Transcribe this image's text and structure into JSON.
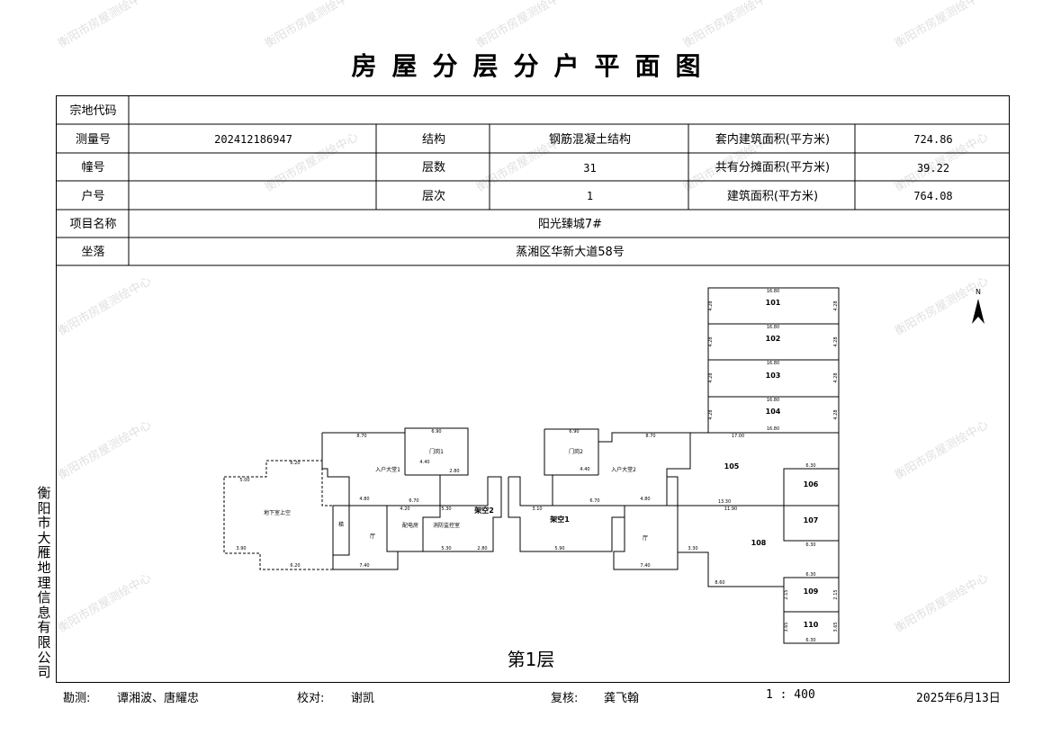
{
  "title": "房屋分层分户平面图",
  "side_text": "衡阳市大雁地理信息有限公司",
  "watermark": "衡阳市房屋测绘中心",
  "table": {
    "zongdi_label": "宗地代码",
    "zongdi_value": "",
    "survey_label": "测量号",
    "survey_value": "202412186947",
    "structure_label": "结构",
    "structure_value": "钢筋混凝土结构",
    "inner_area_label": "套内建筑面积(平方米)",
    "inner_area_value": "724.86",
    "building_label": "幢号",
    "building_value": "",
    "floors_label": "层数",
    "floors_value": "31",
    "shared_area_label": "共有分摊面积(平方米)",
    "shared_area_value": "39.22",
    "unit_label": "户号",
    "unit_value": "",
    "level_label": "层次",
    "level_value": "1",
    "total_area_label": "建筑面积(平方米)",
    "total_area_value": "764.08",
    "project_label": "项目名称",
    "project_value": "阳光臻城7#",
    "location_label": "坐落",
    "location_value": "蒸湘区华新大道58号"
  },
  "plan": {
    "north": "N",
    "floor_label": "第1层",
    "rooms": {
      "r101": "101",
      "r102": "102",
      "r103": "103",
      "r104": "104",
      "r105": "105",
      "r106": "106",
      "r107": "107",
      "r108": "108",
      "r109": "109",
      "r110": "110",
      "hall1": "入户大堂1",
      "hall2": "入户大堂2",
      "guard1": "门岗1",
      "guard2": "门岗2",
      "void1": "架空1",
      "void2": "架空2",
      "basement": "地下室上空",
      "room_a": "梯",
      "room_b": "厅",
      "room_c": "厅",
      "room_d": "配电房",
      "room_e": "消防监控室"
    },
    "dims": {
      "d1680": "16.80",
      "d1700": "17.00",
      "d630": "6.30",
      "d870": "8.70",
      "d690": "6.90",
      "d440": "4.40",
      "d480": "4.80",
      "d670": "6.70",
      "d530": "5.30",
      "d590": "5.90",
      "d740": "7.40",
      "d1330": "13.30",
      "d1190": "11.90",
      "d860": "8.60",
      "d330": "3.30",
      "d280": "2.80",
      "d310": "3.10",
      "d500": "5.00",
      "d390": "3.90",
      "d620": "6.20",
      "d420": "4.20",
      "d280b": "2.80",
      "d428": "4.28",
      "d215": "2.15",
      "d365": "3.65"
    }
  },
  "footer": {
    "surveyor_label": "勘测:",
    "surveyor_value": "谭湘波、唐耀忠",
    "checker_label": "校对:",
    "checker_value": "谢凯",
    "reviewer_label": "复核:",
    "reviewer_value": "龚飞翰",
    "scale": "1 : 400",
    "date": "2025年6月13日"
  }
}
